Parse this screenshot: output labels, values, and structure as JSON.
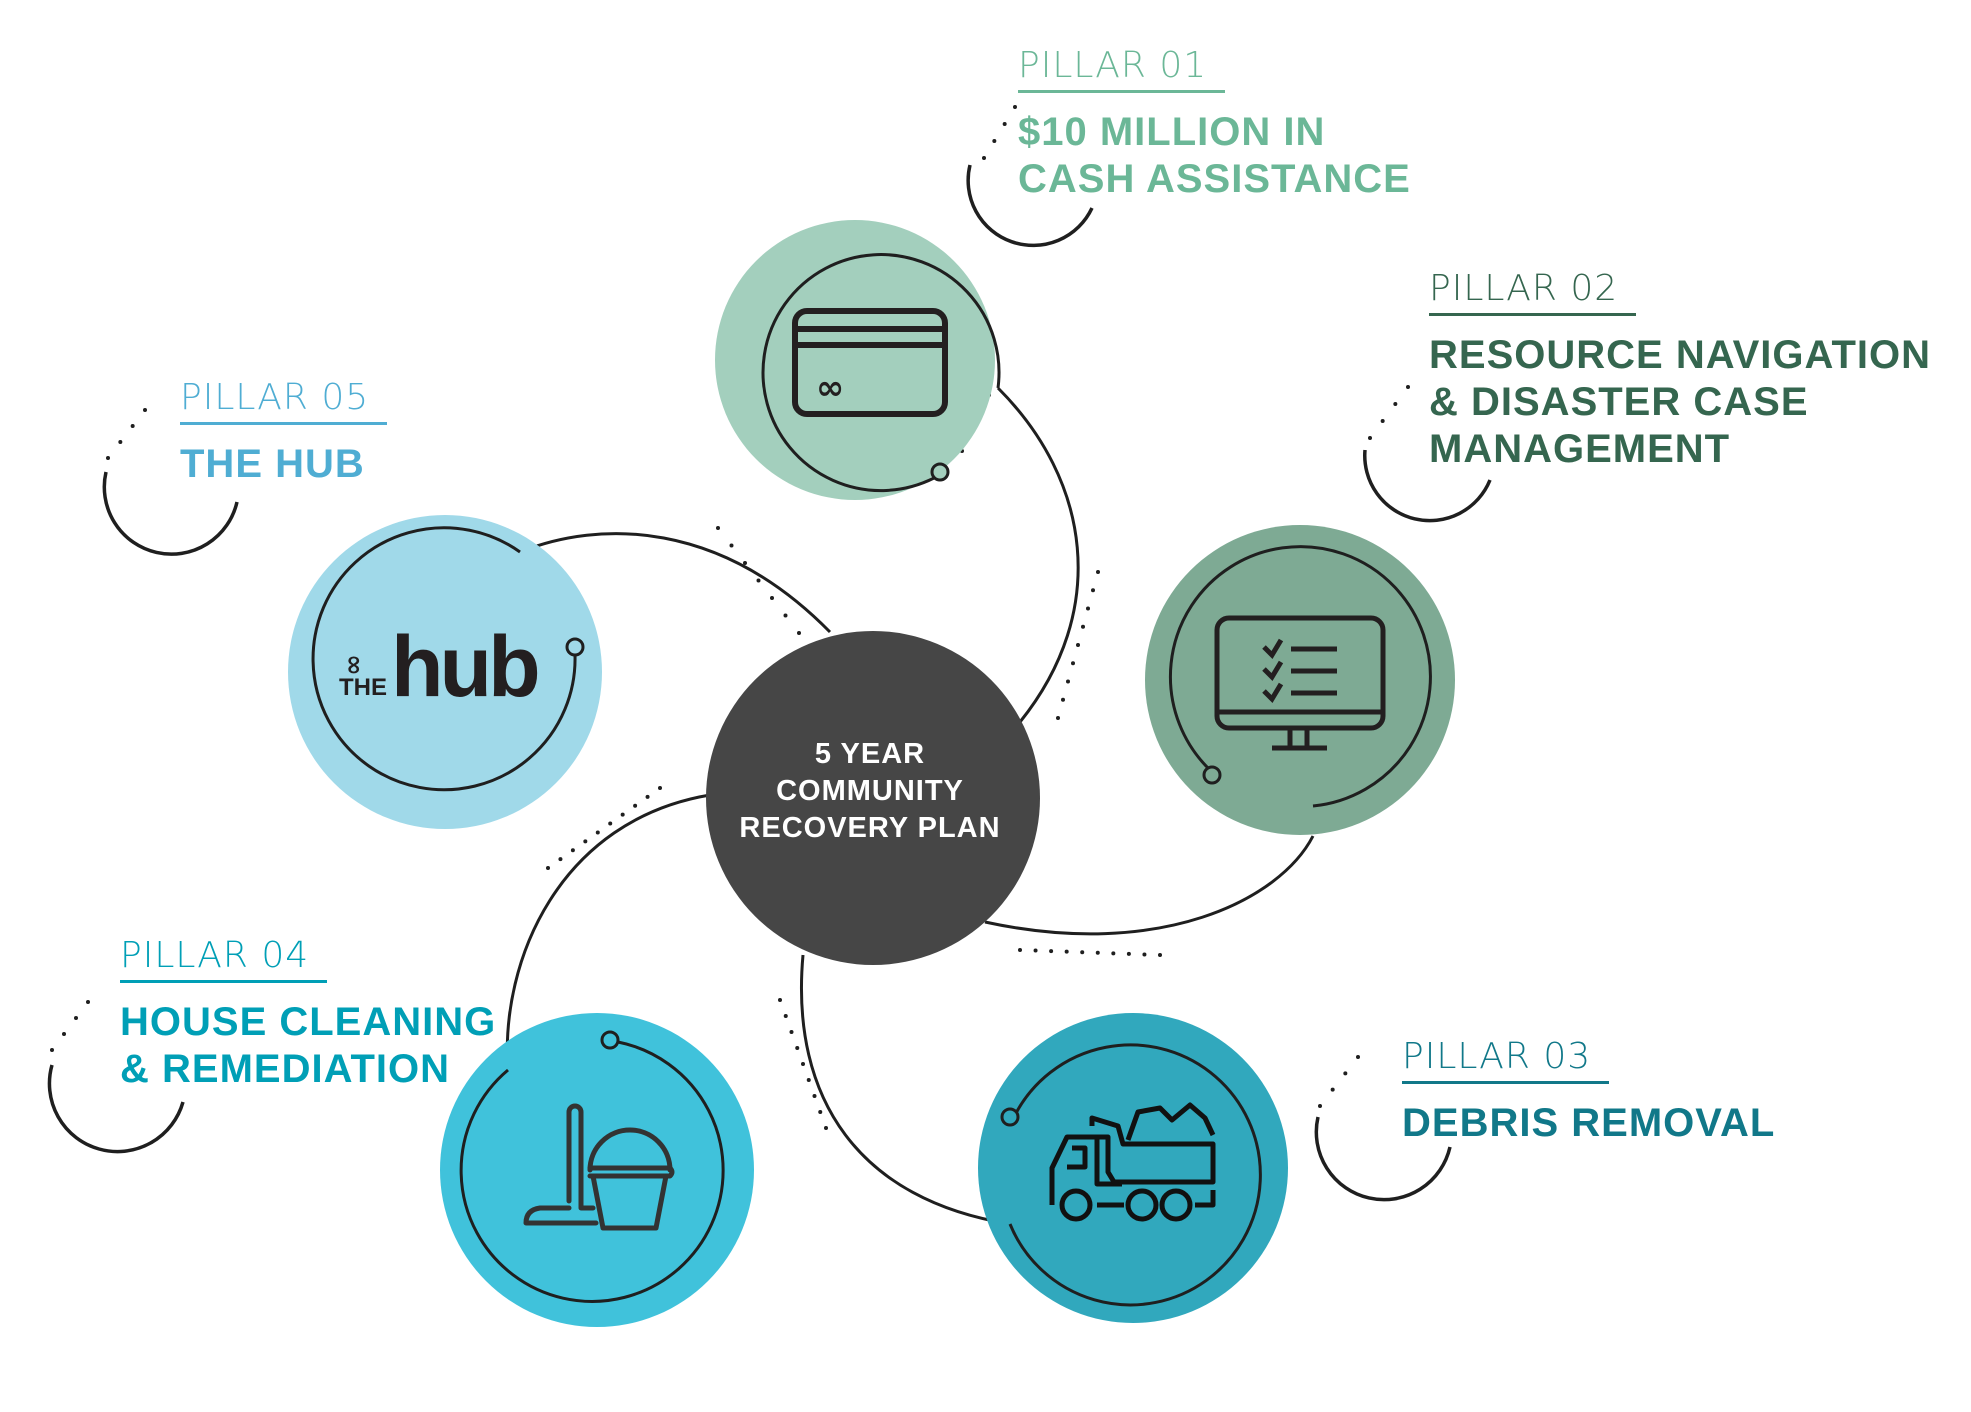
{
  "center": {
    "lines": [
      "5 YEAR",
      "COMMUNITY",
      "RECOVERY PLAN"
    ]
  },
  "pillars": [
    {
      "tag": "PILLAR 01",
      "title_lines": [
        "$10 MILLION IN",
        "CASH ASSISTANCE"
      ],
      "icon": "credit-card-icon",
      "color": "#6bb797",
      "circle_color": "#a3cfbd"
    },
    {
      "tag": "PILLAR 02",
      "title_lines": [
        "RESOURCE NAVIGATION",
        "& DISASTER CASE",
        "MANAGEMENT"
      ],
      "icon": "monitor-checklist-icon",
      "color": "#35664f",
      "circle_color": "#7eaa94"
    },
    {
      "tag": "PILLAR 03",
      "title_lines": [
        "DEBRIS REMOVAL"
      ],
      "icon": "dump-truck-icon",
      "color": "#117889",
      "circle_color": "#31a8bd"
    },
    {
      "tag": "PILLAR 04",
      "title_lines": [
        "HOUSE CLEANING",
        "& REMEDIATION"
      ],
      "icon": "mop-bucket-icon",
      "color": "#009fb6",
      "circle_color": "#40c2db"
    },
    {
      "tag": "PILLAR 05",
      "title_lines": [
        "THE HUB"
      ],
      "icon": "the-hub-logo",
      "color": "#4fadd3",
      "circle_color": "#a0d9e9"
    }
  ],
  "hub_logo": {
    "small": "THE",
    "large": "hub",
    "symbol": "∞"
  },
  "card_symbol": "∞",
  "colors": {
    "center": "#464646",
    "line": "#1f1f1f"
  }
}
